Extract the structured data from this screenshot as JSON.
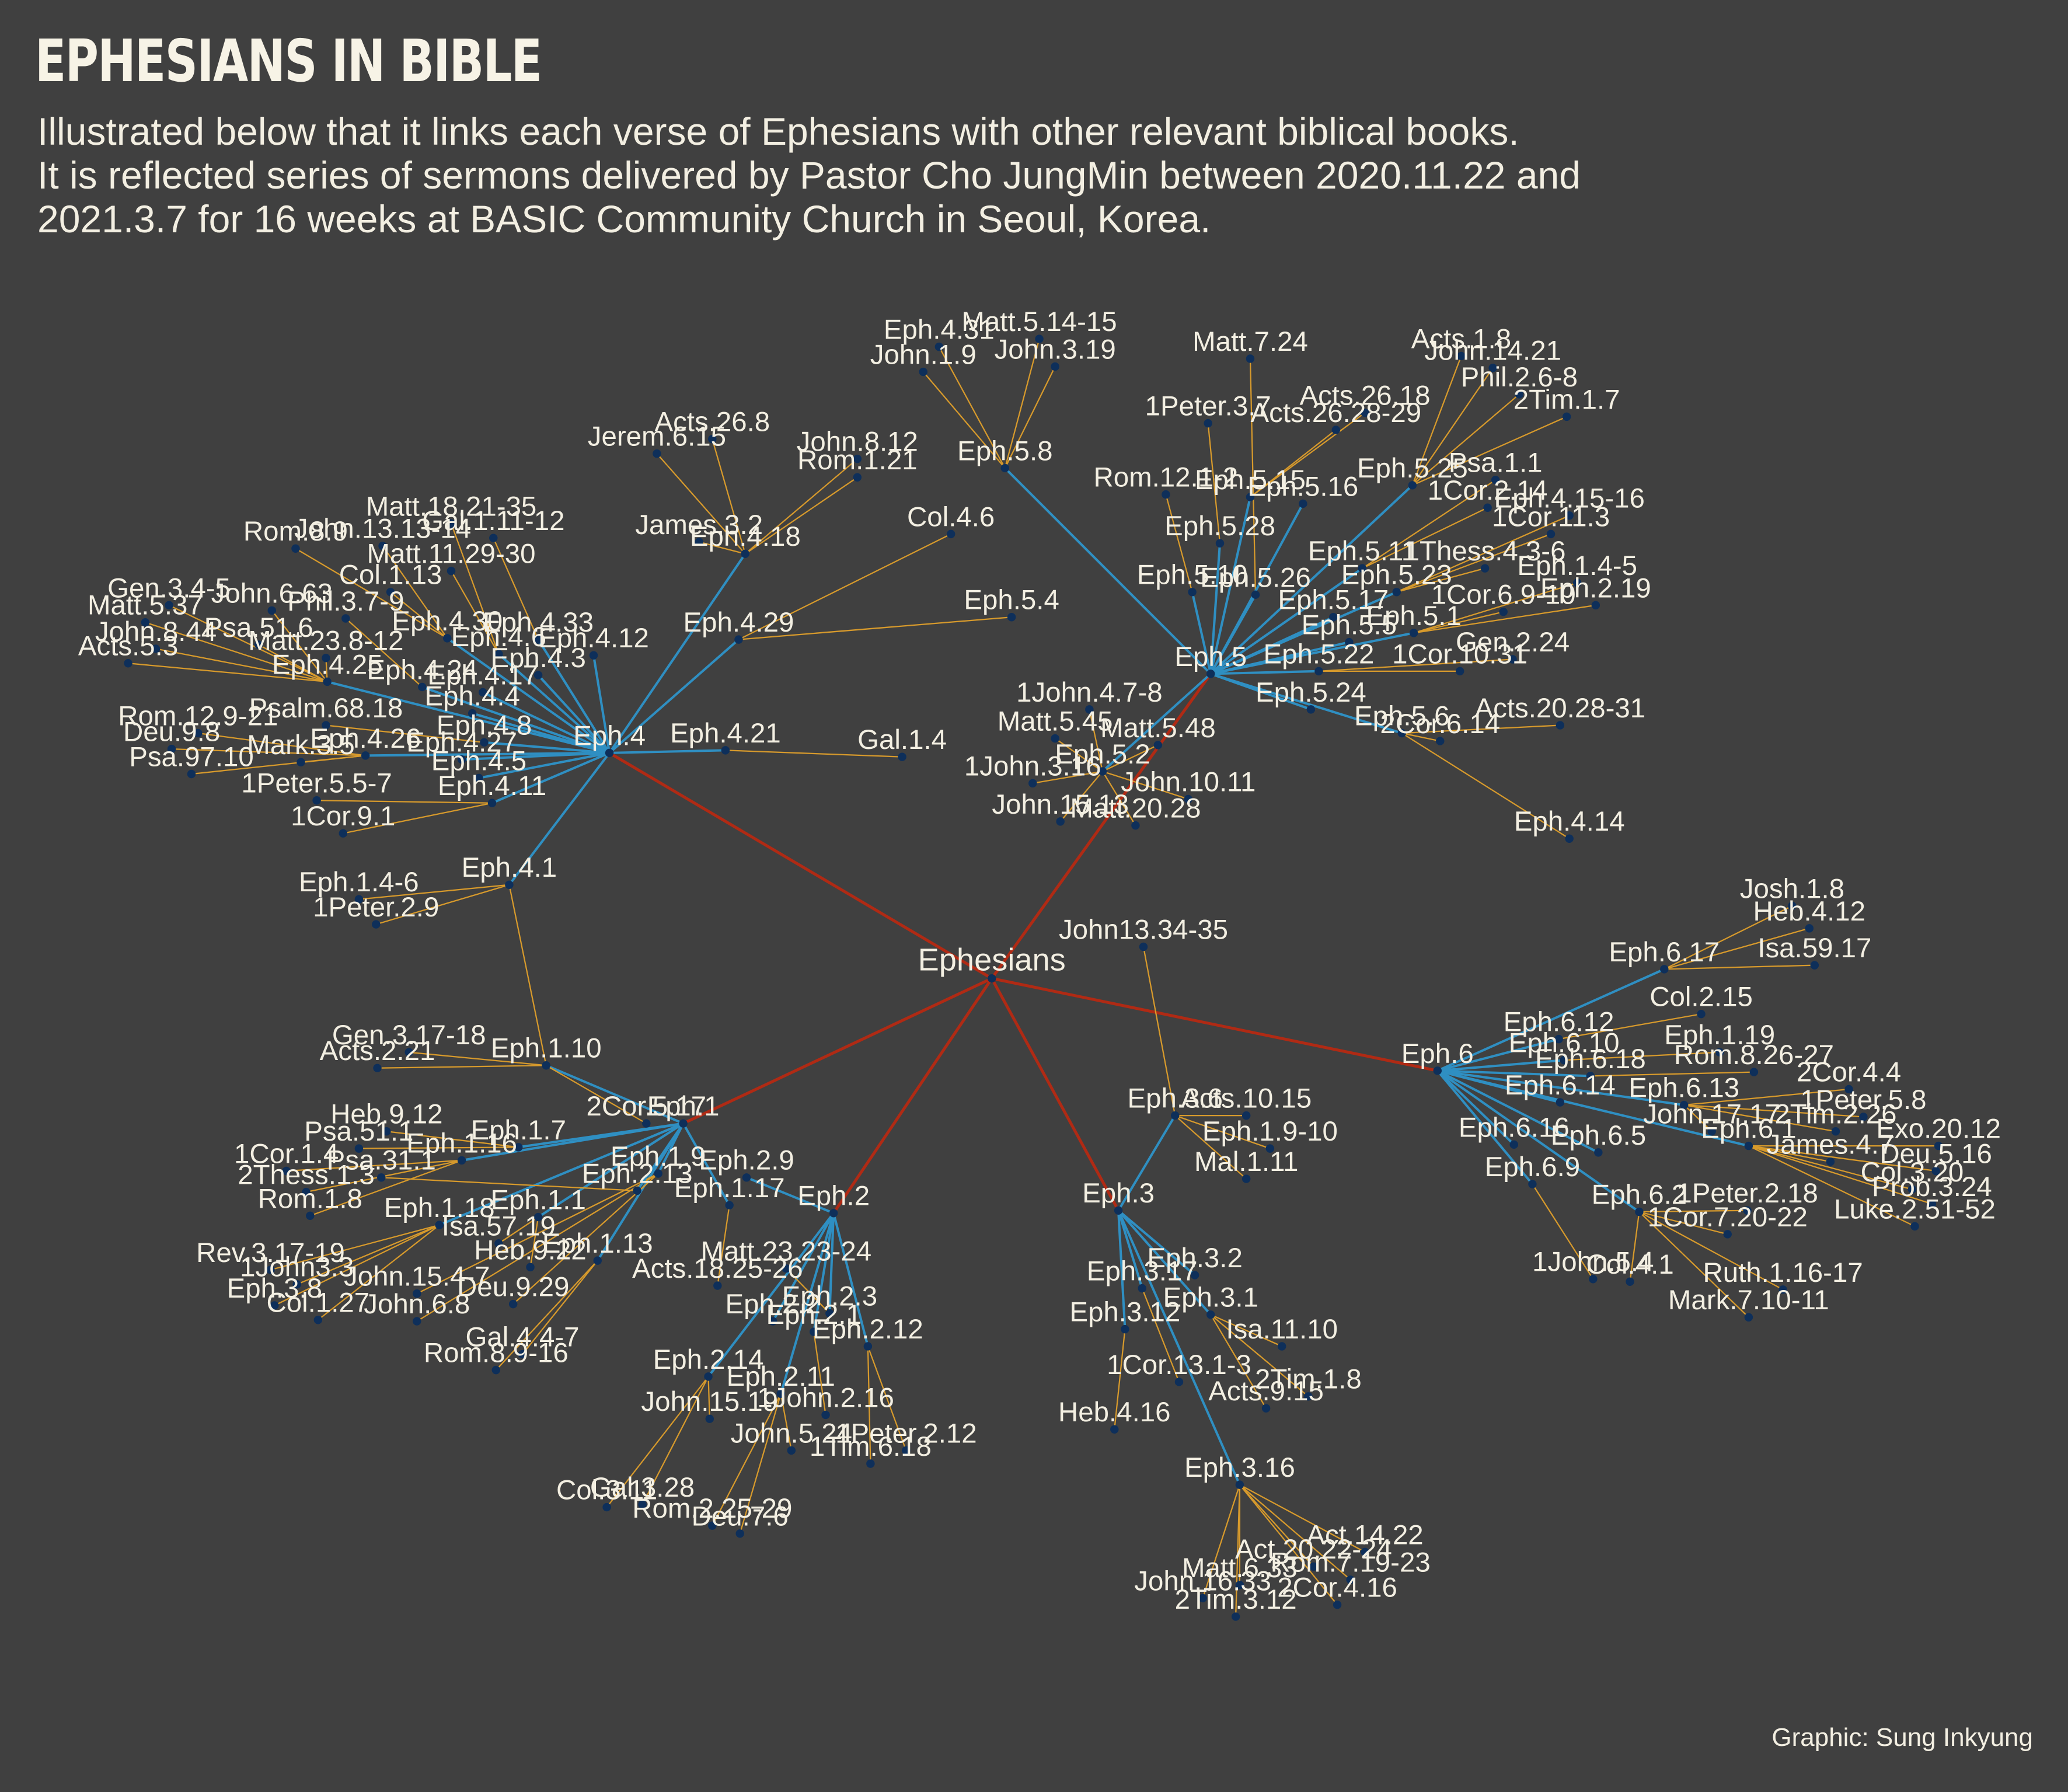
{
  "title": "EPHESIANS IN BIBLE",
  "subtitle_lines": [
    "Illustrated below that it links each verse of Ephesians with other relevant biblical books.",
    "It is reflected series of sermons delivered by Pastor Cho JungMin between 2020.11.22 and",
    "2021.3.7 for 16 weeks at BASIC Community Church in Seoul, Korea."
  ],
  "credit": "Graphic: Sung Inkyung",
  "colors": {
    "background": "#404040",
    "root_edge": "#b02a14",
    "chapter_edge": "#2f8fc2",
    "verse_edge": "#d79a2c",
    "node": "#0e2f5a",
    "text": "#f3efe2"
  },
  "network": {
    "root": "Ephesians",
    "chapters": [
      "Eph.1",
      "Eph.2",
      "Eph.3",
      "Eph.4",
      "Eph.5",
      "Eph.6"
    ],
    "links": {
      "Eph.1": {
        "Eph.1.7": [
          "Heb.9.12",
          "Psa.51.1"
        ],
        "Eph.1.16": [
          "1Cor.1.4",
          "2Thess.1.3",
          "Rom.1.8"
        ],
        "Eph.1.18": [
          "Rev.3.17-19",
          "1John3.3",
          "Eph.3.8",
          "Col.1.27"
        ],
        "Eph.1.1": [
          "Isa.57.19",
          "Heb.9.22"
        ],
        "Eph.1.13": [
          "Gal.4.4-7",
          "Rom.8.9-16"
        ],
        "Eph.1.9": [
          "John.15.4-7",
          "John.6.8",
          "Deu.9.29"
        ],
        "Eph.1.10": [
          "Gen.3.17-18",
          "Acts.2.21",
          "2Cor.5.17"
        ],
        "Eph.2.13": [
          "Psa.31.1"
        ],
        "Eph.1.17": [
          "Acts.18.25-26"
        ]
      },
      "Eph.2": {
        "Eph.2.9": [],
        "Eph.2.2": [],
        "Eph.2.3": [
          "Matt.23.23-24"
        ],
        "Eph.2.1": [
          "1John.2.16"
        ],
        "Eph.2.14": [
          "Col.3.11",
          "Gal.3.28",
          "John.15.19"
        ],
        "Eph.2.11": [
          "Rom.2.25-29",
          "Deu.7.6",
          "John.5.24"
        ],
        "Eph.2.12": [
          "1Peter.2.12",
          "1Tim.6.18"
        ]
      },
      "Eph.3": {
        "Eph.3.2": [],
        "Eph.3.17": [
          "1Cor.13.1-3"
        ],
        "Eph.3.1": [
          "Isa.11.10",
          "2Tim.1.8",
          "Acts.9.15"
        ],
        "Eph.3.12": [
          "Heb.4.16"
        ],
        "Eph.3.16": [
          "Act.14.22",
          "Act.20.22-24",
          "Rom.7.19-23",
          "Matt.6.33",
          "John.16.33",
          "2Tim.3.12",
          "2Cor.4.16"
        ],
        "Eph.3.6": [
          "Acts.10.15",
          "Eph.1.9-10",
          "Mal.1.11",
          "John13.34-35"
        ]
      },
      "Eph.4": {
        "Eph.4.18": [
          "Acts.26.8",
          "Jerem.6.15",
          "John.8.12",
          "Rom.1.21",
          "James.3.2"
        ],
        "Eph.4.29": [
          "Col.4.6",
          "Eph.5.4"
        ],
        "Eph.4.21": [
          "Gal.1.4"
        ],
        "Eph.4.30": [
          "Rom.8.9",
          "John.13.13-14",
          "Col.1.13"
        ],
        "Eph.4.6": [
          "Matt.18.21-35",
          "Matt.11.29-30"
        ],
        "Eph.4.33": [
          "Gal.1.11-12"
        ],
        "Eph.4.25": [
          "Gen.3.4-5",
          "Matt.5.37",
          "John.8.44",
          "Acts.5.3",
          "John.6.63",
          "Psa.51.6",
          "Matt.23.8-12"
        ],
        "Eph.4.24": [
          "Phil.3.7-9"
        ],
        "Eph.4.8": [
          "Psalm.68.18"
        ],
        "Eph.4.26": [
          "Rom.12.9-21",
          "Deu.9.8",
          "Psa.97.10",
          "Mark.3.5"
        ],
        "Eph.4.11": [
          "1Peter.5.5-7",
          "1Cor.9.1"
        ],
        "Eph.4.1": [
          "Eph.1.4-6",
          "1Peter.2.9",
          "Eph.1.10"
        ],
        "Eph.4.12": [],
        "Eph.4.3": [],
        "Eph.4.17": [],
        "Eph.4.4": [],
        "Eph.4.27": [],
        "Eph.4.5": []
      },
      "Eph.5": {
        "Eph.5.8": [
          "Eph.4.31",
          "Matt.5.14-15",
          "John.1.9",
          "John.3.19"
        ],
        "Eph.5.28": [
          "1Peter.3.7"
        ],
        "Eph.5.15": [
          "Acts.26.18",
          "Acts.26.28-29"
        ],
        "Eph.5.10": [
          "Rom.12.1-2"
        ],
        "Eph.5.26": [
          "Matt.7.24"
        ],
        "Eph.5.25": [
          "Acts.1.8",
          "John.14.21",
          "Phil.2.6-8",
          "2Tim.1.7"
        ],
        "Eph.5.11": [
          "Psa.1.1",
          "1Cor.2.14"
        ],
        "Eph.5.23": [
          "Eph.4.15-16",
          "1Cor.11.3",
          "1Thess.4.3-6"
        ],
        "Eph.5.1": [
          "Eph.1.4-5",
          "Eph.2.19",
          "1Cor.6.9-10"
        ],
        "Eph.5.22": [
          "Gen.2.24",
          "1Cor.10.31"
        ],
        "Eph.5.2": [
          "1John.4.7-8",
          "Matt.5.45",
          "Matt.5.48",
          "1John.3.16",
          "John.10.11",
          "John.15.13",
          "Matt.20.28"
        ],
        "Eph.5.6": [
          "Acts.20.28-31",
          "2Cor.6.14",
          "Eph.4.14"
        ],
        "Eph.5.16": [],
        "Eph.5.17": [],
        "Eph.5.5": [],
        "Eph.5.24": []
      },
      "Eph.6": {
        "Eph.6.17": [
          "Josh.1.8",
          "Heb.4.12",
          "Isa.59.17"
        ],
        "Eph.6.12": [
          "Col.2.15"
        ],
        "Eph.6.10": [
          "Eph.1.19"
        ],
        "Eph.6.18": [
          "Rom.8.26-27"
        ],
        "Eph.6.13": [
          "2Cor.4.4",
          "1Peter.5.8",
          "2Tim.2.26",
          "John.17.17"
        ],
        "Eph.6.1": [
          "Exo.20.12",
          "James.4.7",
          "Deu.5.16",
          "Col.3.20",
          "Prob.3.24",
          "Luke.2.51-52"
        ],
        "Eph.6.2": [
          "1Peter.2.18",
          "1Cor.7.20-22",
          "Ruth.1.16-17",
          "Mark.7.10-11",
          "Col.4.1"
        ],
        "Eph.6.9": [
          "1John.5.4"
        ],
        "Eph.6.14": [],
        "Eph.6.16": [],
        "Eph.6.5": []
      }
    }
  }
}
